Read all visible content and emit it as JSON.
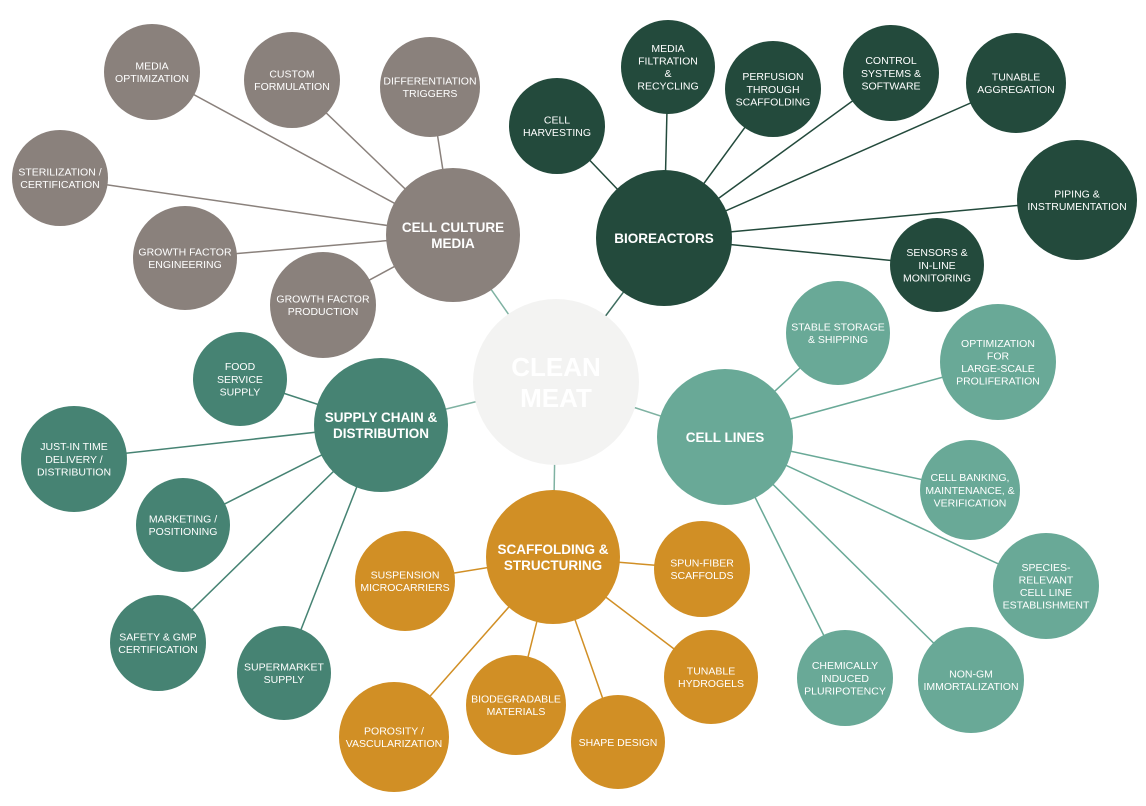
{
  "colors": {
    "center_fill": "#f3f3f2",
    "center_text": "#5c9f89",
    "media": "#8a817c",
    "bioreactors": "#234a3c",
    "cell_lines": "#69a997",
    "supply": "#468373",
    "scaffolding": "#d18f25"
  },
  "center": {
    "lines": [
      "CLEAN",
      "MEAT"
    ]
  },
  "hubs": [
    {
      "id": "media",
      "lines": [
        "CELL CULTURE",
        "MEDIA"
      ],
      "children": [
        {
          "id": "m1",
          "lines": [
            "MEDIA",
            "OPTIMIZATION"
          ]
        },
        {
          "id": "m2",
          "lines": [
            "CUSTOM",
            "FORMULATION"
          ]
        },
        {
          "id": "m3",
          "lines": [
            "DIFFERENTIATION",
            "TRIGGERS"
          ]
        },
        {
          "id": "m4",
          "lines": [
            "STERILIZATION /",
            "CERTIFICATION"
          ]
        },
        {
          "id": "m5",
          "lines": [
            "GROWTH FACTOR",
            "ENGINEERING"
          ]
        },
        {
          "id": "m6",
          "lines": [
            "GROWTH FACTOR",
            "PRODUCTION"
          ]
        }
      ]
    },
    {
      "id": "bioreactors",
      "lines": [
        "BIOREACTORS"
      ],
      "children": [
        {
          "id": "b1",
          "lines": [
            "CELL",
            "HARVESTING"
          ]
        },
        {
          "id": "b2",
          "lines": [
            "MEDIA",
            "FILTRATION",
            "&",
            "RECYCLING"
          ]
        },
        {
          "id": "b3",
          "lines": [
            "PERFUSION",
            "THROUGH",
            "SCAFFOLDING"
          ]
        },
        {
          "id": "b4",
          "lines": [
            "CONTROL",
            "SYSTEMS &",
            "SOFTWARE"
          ]
        },
        {
          "id": "b5",
          "lines": [
            "TUNABLE",
            "AGGREGATION"
          ]
        },
        {
          "id": "b6",
          "lines": [
            "PIPING &",
            "INSTRUMENTATION"
          ]
        },
        {
          "id": "b7",
          "lines": [
            "SENSORS &",
            "IN-LINE",
            "MONITORING"
          ]
        }
      ]
    },
    {
      "id": "cell_lines",
      "lines": [
        "CELL LINES"
      ],
      "children": [
        {
          "id": "c1",
          "lines": [
            "STABLE STORAGE",
            "& SHIPPING"
          ]
        },
        {
          "id": "c2",
          "lines": [
            "OPTIMIZATION",
            "FOR",
            "LARGE-SCALE",
            "PROLIFERATION"
          ]
        },
        {
          "id": "c3",
          "lines": [
            "CELL BANKING,",
            "MAINTENANCE, &",
            "VERIFICATION"
          ]
        },
        {
          "id": "c4",
          "lines": [
            "SPECIES-",
            "RELEVANT",
            "CELL LINE",
            "ESTABLISHMENT"
          ]
        },
        {
          "id": "c5",
          "lines": [
            "NON-GM",
            "IMMORTALIZATION"
          ]
        },
        {
          "id": "c6",
          "lines": [
            "CHEMICALLY",
            "INDUCED",
            "PLURIPOTENCY"
          ]
        }
      ]
    },
    {
      "id": "supply",
      "lines": [
        "SUPPLY CHAIN &",
        "DISTRIBUTION"
      ],
      "children": [
        {
          "id": "s1",
          "lines": [
            "FOOD",
            "SERVICE",
            "SUPPLY"
          ]
        },
        {
          "id": "s2",
          "lines": [
            "JUST-IN TIME",
            "DELIVERY /",
            "DISTRIBUTION"
          ]
        },
        {
          "id": "s3",
          "lines": [
            "MARKETING /",
            "POSITIONING"
          ]
        },
        {
          "id": "s4",
          "lines": [
            "SAFETY & GMP",
            "CERTIFICATION"
          ]
        },
        {
          "id": "s5",
          "lines": [
            "SUPERMARKET",
            "SUPPLY"
          ]
        }
      ]
    },
    {
      "id": "scaffolding",
      "lines": [
        "SCAFFOLDING &",
        "STRUCTURING"
      ],
      "children": [
        {
          "id": "f1",
          "lines": [
            "SUSPENSION",
            "MICROCARRIERS"
          ]
        },
        {
          "id": "f2",
          "lines": [
            "SPUN-FIBER",
            "SCAFFOLDS"
          ]
        },
        {
          "id": "f3",
          "lines": [
            "TUNABLE",
            "HYDROGELS"
          ]
        },
        {
          "id": "f4",
          "lines": [
            "SHAPE DESIGN"
          ]
        },
        {
          "id": "f5",
          "lines": [
            "BIODEGRADABLE",
            "MATERIALS"
          ]
        },
        {
          "id": "f6",
          "lines": [
            "POROSITY /",
            "VASCULARIZATION"
          ]
        }
      ]
    }
  ]
}
